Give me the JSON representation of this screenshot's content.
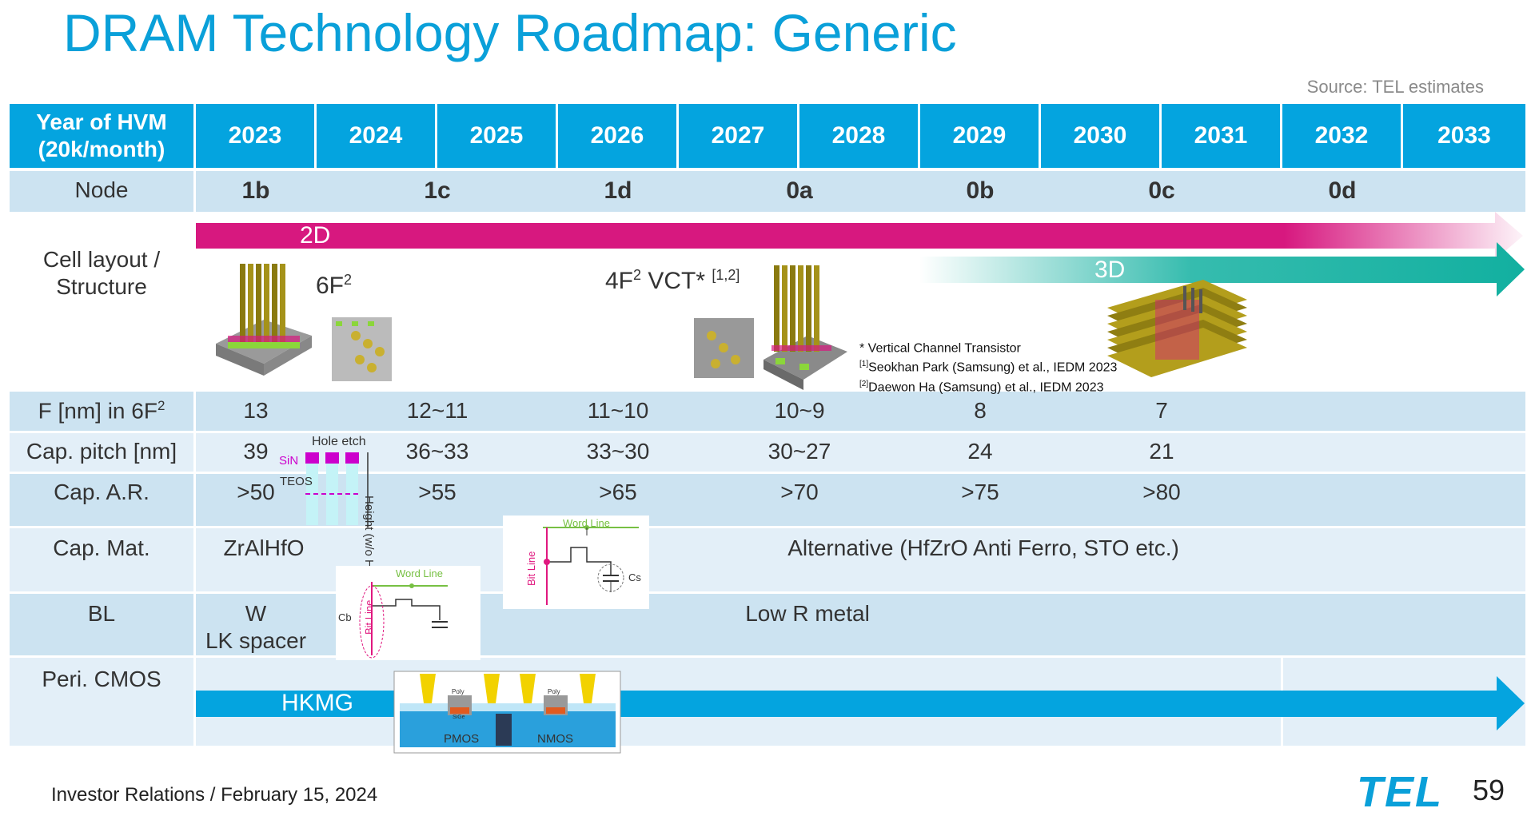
{
  "title": "DRAM Technology Roadmap: Generic",
  "source": "Source: TEL estimates",
  "header": {
    "first": [
      "Year of HVM",
      "(20k/month)"
    ],
    "years": [
      "2023",
      "2024",
      "2025",
      "2026",
      "2027",
      "2028",
      "2029",
      "2030",
      "2031",
      "2032",
      "2033"
    ]
  },
  "rows": {
    "node": {
      "label": "Node",
      "values": [
        "1b",
        "1c",
        "1d",
        "0a",
        "0b",
        "0c",
        "0d"
      ]
    },
    "cell": {
      "label": [
        "Cell layout /",
        "Structure"
      ],
      "arrow_2d": "2D",
      "arrow_3d": "3D",
      "f6": "6F",
      "f6_sup": "2",
      "vct": "4F",
      "vct_sup": "2",
      "vct_rest": " VCT*",
      "vct_ref": "[1,2]",
      "notes": [
        {
          "pre": "",
          "text": "* Vertical Channel Transistor"
        },
        {
          "pre": "[1]",
          "text": "Seokhan Park (Samsung) et al., IEDM 2023"
        },
        {
          "pre": "[2]",
          "text": "Daewon Ha (Samsung) et al., IEDM 2023"
        }
      ]
    },
    "f": {
      "label": "F [nm] in 6F",
      "label_sup": "2",
      "values": [
        "13",
        "12~11",
        "11~10",
        "10~9",
        "8",
        "7"
      ]
    },
    "pitch": {
      "label": "Cap. pitch [nm]",
      "values": [
        "39",
        "36~33",
        "33~30",
        "30~27",
        "24",
        "21"
      ]
    },
    "ar": {
      "label": "Cap. A.R.",
      "values": [
        ">50",
        ">55",
        ">65",
        ">70",
        ">75",
        ">80"
      ]
    },
    "mat": {
      "label": "Cap. Mat.",
      "values": [
        "ZrAlHfO",
        "Alternative (HfZrO Anti Ferro, STO etc.)"
      ]
    },
    "bl": {
      "label": "BL",
      "values": [
        "W",
        "LK spacer",
        "Low R metal"
      ]
    },
    "peri": {
      "label": "Peri. CMOS",
      "arrow": "HKMG"
    }
  },
  "diagrams": {
    "hole_etch": {
      "title": "Hole etch",
      "sin": "SiN",
      "teos": "TEOS",
      "height": "Height",
      "height2": "(w/o HM)"
    },
    "circuit1": {
      "word_line": "Word Line",
      "bit_line": "Bit Line",
      "cs": "Cs"
    },
    "circuit2": {
      "word_line": "Word Line",
      "bit_line": "Bit Line",
      "cb": "Cb"
    },
    "cmos": {
      "pmos": "PMOS",
      "nmos": "NMOS",
      "poly": "Poly",
      "sige": "SiGe"
    }
  },
  "colors": {
    "accent": "#04a4df",
    "magenta": "#d7187f",
    "teal": "#12b0a0",
    "row_dark": "#cce3f1",
    "row_light": "#e3eff8"
  },
  "footer": "Investor Relations / February 15, 2024",
  "logo": "TEL",
  "page_number": "59"
}
